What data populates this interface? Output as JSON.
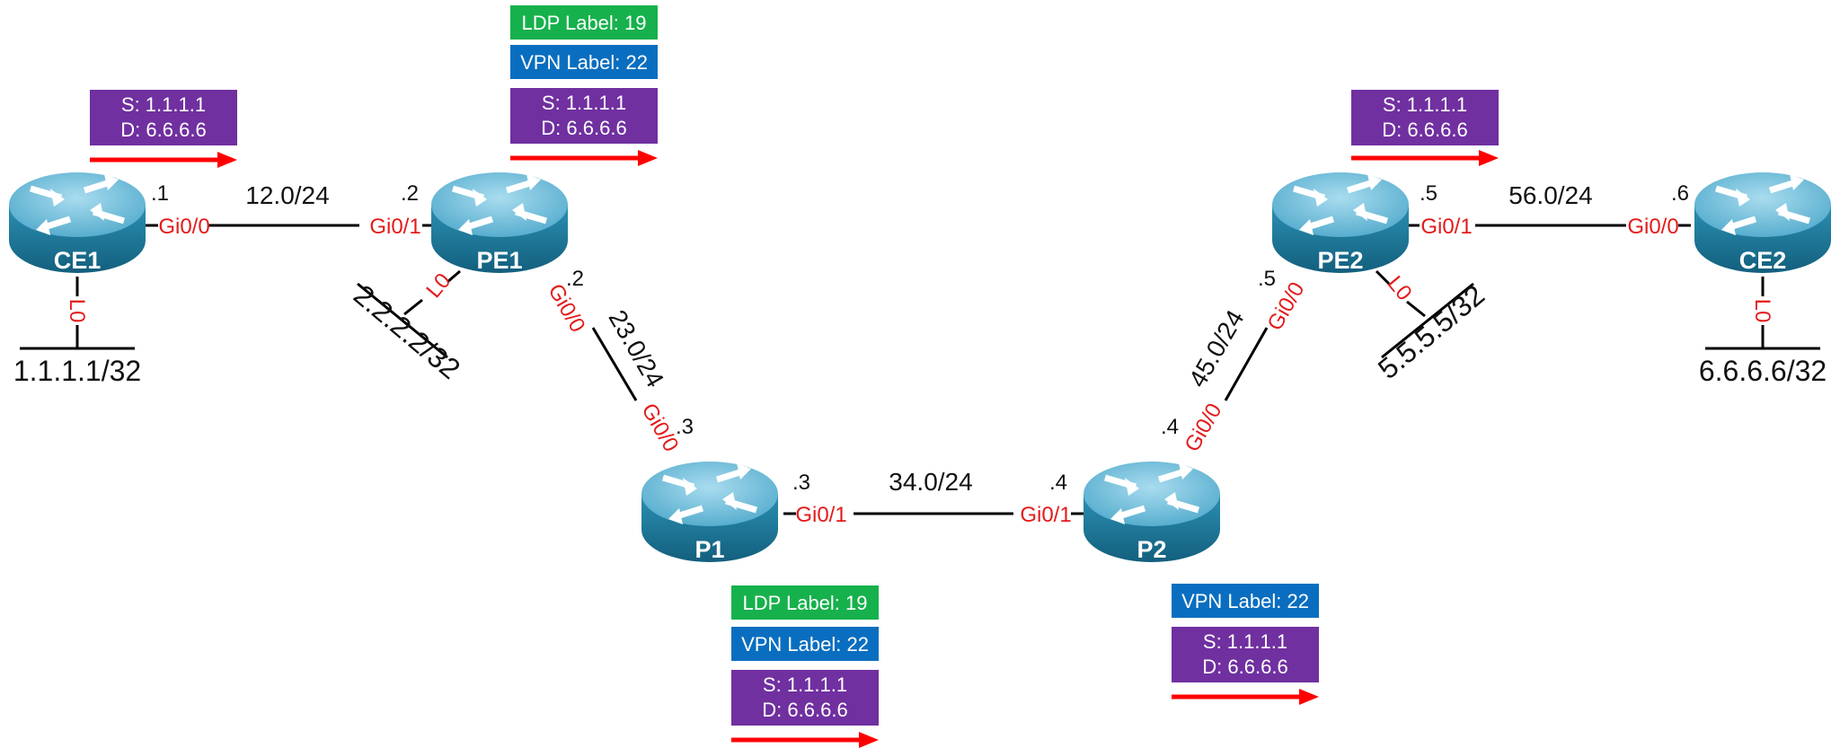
{
  "routers": {
    "ce1": "CE1",
    "pe1": "PE1",
    "p1": "P1",
    "p2": "P2",
    "pe2": "PE2",
    "ce2": "CE2"
  },
  "subnets": {
    "ce1_pe1": "12.0/24",
    "pe1_p1": "23.0/24",
    "p1_p2": "34.0/24",
    "p2_pe2": "45.0/24",
    "pe2_ce2": "56.0/24"
  },
  "interfaces": {
    "ce1_gi00": "Gi0/0",
    "pe1_gi01": "Gi0/1",
    "pe1_gi00": "Gi0/0",
    "p1_gi00": "Gi0/0",
    "p1_gi01": "Gi0/1",
    "p2_gi01": "Gi0/1",
    "p2_gi00": "Gi0/0",
    "pe2_gi00": "Gi0/0",
    "pe2_gi01": "Gi0/1",
    "ce2_gi00": "Gi0/0",
    "ce1_lo": "L0",
    "pe1_lo": "L0",
    "pe2_lo": "L0",
    "ce2_lo": "L0"
  },
  "host_ids": {
    "ce1": ".1",
    "pe1_left": ".2",
    "pe1_down": ".2",
    "p1_up": ".3",
    "p1_right": ".3",
    "p2_left": ".4",
    "p2_up": ".4",
    "pe2_down": ".5",
    "pe2_right": ".5",
    "ce2": ".6"
  },
  "loopbacks": {
    "ce1": "1.1.1.1/32",
    "pe1": "2.2.2.2/32",
    "pe2": "5.5.5.5/32",
    "ce2": "6.6.6.6/32"
  },
  "packets": {
    "ce1_to_pe1": {
      "src": "S: 1.1.1.1",
      "dst": "D: 6.6.6.6"
    },
    "pe1_to_p1": {
      "ldp": "LDP Label: 19",
      "vpn": "VPN Label: 22",
      "src": "S: 1.1.1.1",
      "dst": "D: 6.6.6.6"
    },
    "p1_to_p2": {
      "ldp": "LDP Label: 19",
      "vpn": "VPN Label: 22",
      "src": "S: 1.1.1.1",
      "dst": "D: 6.6.6.6"
    },
    "p2_to_pe2": {
      "vpn": "VPN Label: 22",
      "src": "S: 1.1.1.1",
      "dst": "D: 6.6.6.6"
    },
    "pe2_to_ce2": {
      "src": "S: 1.1.1.1",
      "dst": "D: 6.6.6.6"
    }
  },
  "colors": {
    "ldp_box": "#16b14c",
    "vpn_box": "#0a6ec0",
    "ip_box": "#7030a0",
    "arrow": "#ff0000",
    "interface_text": "#e31b1b",
    "router_top": "#7cc0dc",
    "router_body": "#1f7a9c"
  }
}
